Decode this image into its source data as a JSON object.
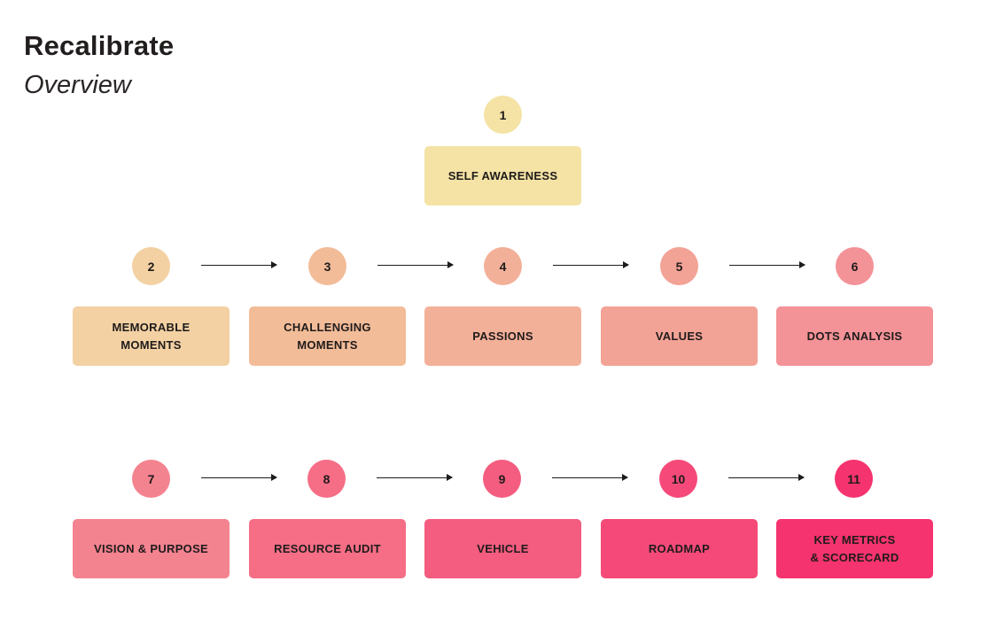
{
  "header": {
    "title": "Recalibrate",
    "subtitle": "Overview"
  },
  "diagram": {
    "arrow_color": "#1c1c1c",
    "text_color": "#1f1b1b",
    "rows": [
      {
        "stages": [
          {
            "number": "1",
            "label": "SELF AWARENESS",
            "color": "#f4e3a5"
          }
        ]
      },
      {
        "stages": [
          {
            "number": "2",
            "label": "MEMORABLE\nMOMENTS",
            "color": "#f3d1a3"
          },
          {
            "number": "3",
            "label": "CHALLENGING\nMOMENTS",
            "color": "#f2bc98"
          },
          {
            "number": "4",
            "label": "PASSIONS",
            "color": "#f3b099"
          },
          {
            "number": "5",
            "label": "VALUES",
            "color": "#f3a296"
          },
          {
            "number": "6",
            "label": "DOTS ANALYSIS",
            "color": "#f39297"
          }
        ]
      },
      {
        "stages": [
          {
            "number": "7",
            "label": "VISION & PURPOSE",
            "color": "#f48390"
          },
          {
            "number": "8",
            "label": "RESOURCE AUDIT",
            "color": "#f56e86"
          },
          {
            "number": "9",
            "label": "VEHICLE",
            "color": "#f45d80"
          },
          {
            "number": "10",
            "label": "ROADMAP",
            "color": "#f54a79"
          },
          {
            "number": "11",
            "label": "KEY METRICS\n& SCORECARD",
            "color": "#f5336e"
          }
        ]
      }
    ]
  }
}
